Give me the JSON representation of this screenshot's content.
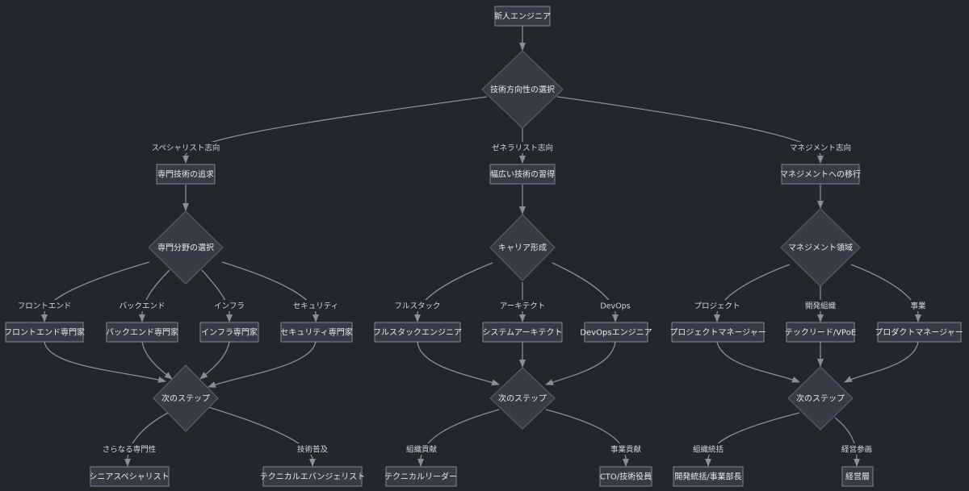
{
  "nodes": {
    "newcomer": "新人エンジニア",
    "direction": "技術方向性の選択",
    "pursue_specialty": "専門技術の追求",
    "broad_skills": "幅広い技術の習得",
    "move_to_management": "マネジメントへの移行",
    "specialty_choice": "専門分野の選択",
    "career_formation": "キャリア形成",
    "management_area": "マネジメント領域",
    "frontend_expert": "フロントエンド専門家",
    "backend_expert": "バックエンド専門家",
    "infra_expert": "インフラ専門家",
    "security_expert": "セキュリティ専門家",
    "fullstack_engineer": "フルスタックエンジニア",
    "system_architect": "システムアーキテクト",
    "devops_engineer": "DevOpsエンジニア",
    "project_manager": "プロジェクトマネージャー",
    "tech_lead": "テックリード/VPoE",
    "product_manager": "プロダクトマネージャー",
    "next_step_1": "次のステップ",
    "next_step_2": "次のステップ",
    "next_step_3": "次のステップ",
    "senior_specialist": "シニアスペシャリスト",
    "tech_evangelist": "テクニカルエバンジェリスト",
    "technical_leader": "テクニカルリーダー",
    "cto": "CTO/技術役員",
    "dev_org_head": "開発統括/事業部長",
    "executive": "経営層"
  },
  "edge_labels": {
    "specialist": "スペシャリスト志向",
    "generalist": "ゼネラリスト志向",
    "management": "マネジメント志向",
    "frontend": "フロントエンド",
    "backend": "バックエンド",
    "infra": "インフラ",
    "security": "セキュリティ",
    "fullstack": "フルスタック",
    "architect": "アーキテクト",
    "devops": "DevOps",
    "project": "プロジェクト",
    "dev_org": "開発組織",
    "business": "事業",
    "further_specialty": "さらなる専門性",
    "tech_spread": "技術普及",
    "org_contribution": "組織貢献",
    "business_contribution": "事業貢献",
    "org_integration": "組織統括",
    "management_participation": "経営参画"
  },
  "colors": {
    "background": "#24262d",
    "node_fill": "#383b46",
    "node_border": "#7f8496",
    "edge": "#8a8e9c",
    "text": "#e8e9ee"
  }
}
